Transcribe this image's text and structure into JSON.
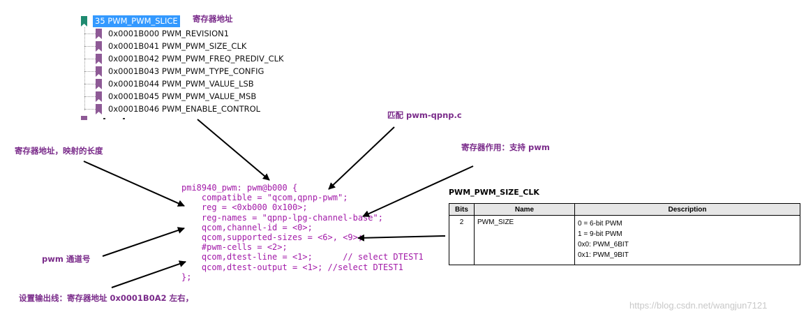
{
  "tree": {
    "root_label": "35 PWM_PWM_SLICE",
    "items": [
      {
        "label": "0x0001B000 PWM_REVISION1"
      },
      {
        "label": "0x0001B041 PWM_PWM_SIZE_CLK"
      },
      {
        "label": "0x0001B042 PWM_PWM_FREQ_PREDIV_CLK"
      },
      {
        "label": "0x0001B043 PWM_PWM_TYPE_CONFIG"
      },
      {
        "label": "0x0001B044 PWM_PWM_VALUE_LSB"
      },
      {
        "label": "0x0001B045 PWM_PWM_VALUE_MSB"
      },
      {
        "label": "0x0001B046 PWM_ENABLE_CONTROL"
      }
    ]
  },
  "annotations": {
    "register_address": "寄存器地址",
    "match_driver": "匹配 pwm-qpnp.c",
    "register_address_length": "寄存器地址，映射的长度",
    "register_function": "寄存器作用：支持 pwm",
    "pwm_channel": "pwm 通道号",
    "output_line": "设置输出线：寄存器地址 0x0001B0A2 左右，"
  },
  "code": {
    "lines": [
      "pmi8940_pwm: pwm@b000 {",
      "    compatible = \"qcom,qpnp-pwm\";",
      "    reg = <0xb000 0x100>;",
      "    reg-names = \"qpnp-lpg-channel-base\";",
      "    qcom,channel-id = <0>;",
      "    qcom,supported-sizes = <6>, <9>;",
      "    #pwm-cells = <2>;",
      "    qcom,dtest-line = <1>;      // select DTEST1",
      "    qcom,dtest-output = <1>; //select DTEST1",
      "};"
    ]
  },
  "register_table": {
    "title": "PWM_PWM_SIZE_CLK",
    "headers": {
      "bits": "Bits",
      "name": "Name",
      "description": "Description"
    },
    "rows": [
      {
        "bits": "2",
        "name": "PWM_SIZE",
        "description": [
          "0 = 6-bit PWM",
          "1 = 9-bit PWM",
          "0x0: PWM_6BIT",
          "0x1: PWM_9BIT"
        ]
      }
    ]
  },
  "watermark": "https://blog.csdn.net/wangjun7121",
  "colors": {
    "annotation": "#7a2b8a",
    "code": "#a21aa8",
    "selection": "#3399ff",
    "bookmark_icon": "#8e5a96",
    "root_icon": "#1f8a70"
  }
}
